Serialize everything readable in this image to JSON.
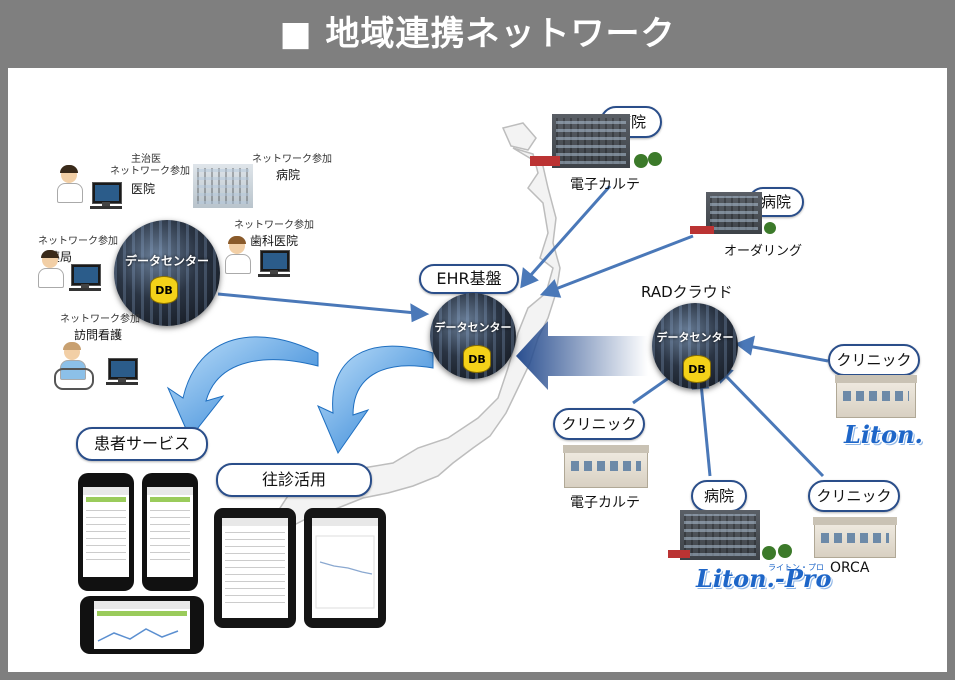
{
  "title": "■ 地域連携ネットワーク",
  "left_cluster": {
    "data_center_label": "データセンター",
    "db_label": "DB",
    "nodes": [
      {
        "lines": [
          "主治医",
          "ネットワーク参加"
        ],
        "main": "医院"
      },
      {
        "lines": [
          "ネットワーク参加"
        ],
        "main": "病院"
      },
      {
        "lines": [
          "ネットワーク参加"
        ],
        "main": "薬局"
      },
      {
        "lines": [
          "ネットワーク参加"
        ],
        "main": "歯科医院"
      },
      {
        "lines": [
          "ネットワーク参加"
        ],
        "main": "訪問看護"
      }
    ]
  },
  "ehr": {
    "bubble": "EHR基盤",
    "data_center_label": "データセンター",
    "db_label": "DB"
  },
  "rad": {
    "bubble": "RADクラウド",
    "data_center_label": "データセンター",
    "db_label": "DB"
  },
  "facilities": {
    "hospital_top": {
      "bubble": "病院",
      "caption": "電子カルテ"
    },
    "hospital_order": {
      "bubble": "病院",
      "caption": "オーダリング"
    },
    "clinic_right": {
      "bubble": "クリニック",
      "logo": "Liton."
    },
    "clinic_left": {
      "bubble": "クリニック",
      "caption": "電子カルテ"
    },
    "hospital_bottom": {
      "bubble": "病院",
      "logo": "Liton.-Pro",
      "logo_sub": "ライトン・プロ"
    },
    "clinic_bottom": {
      "bubble": "クリニック",
      "caption": "ORCA"
    }
  },
  "services": {
    "patient": "患者サービス",
    "home_visit": "往診活用"
  },
  "colors": {
    "arrow": "#4a78b8",
    "bubble_border": "#2a4e8a",
    "banner": "#7f7f7f",
    "db": "#f4d219",
    "curved_arrow": "#2f86d8"
  },
  "icons": [
    "data-center-icon",
    "database-icon",
    "hospital-building-icon",
    "clinic-building-icon",
    "doctor-icon",
    "computer-icon",
    "smartphone-icon",
    "tablet-icon",
    "japan-map-icon"
  ]
}
